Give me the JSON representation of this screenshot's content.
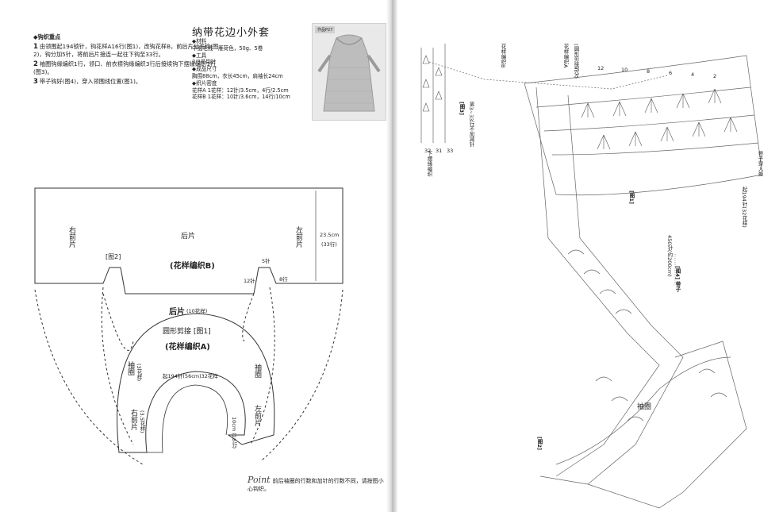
{
  "left": {
    "notes": {
      "heading": "钩织重点",
      "steps": [
        {
          "num": "1",
          "text": "由领围起194锁针，钩花样A16行(图1)，改钩花样B，前后片分开钩(图2)，钩分加5针，将前后片接连一起往下钩至33行。"
        },
        {
          "num": "2",
          "text": "袖圈钩缘编织1行，领口、前衣襟钩缘编织3行后接续钩下摆缘编织1行(图3)。"
        },
        {
          "num": "3",
          "text": "带子钩好(图4)，穿入领围线位置(图1)。"
        }
      ]
    },
    "title": "纳带花边小外套",
    "badge": "作品P27",
    "specs": {
      "material_label": "材料",
      "material": "中细毛线　雁荷色，50g、5卷",
      "tool_label": "工具",
      "tool": "3/0号钩针",
      "size_label": "成品尺寸",
      "size": "胸围88cm，衣长45cm，肩袖长24cm",
      "gauge_label": "织片密度",
      "gauge_a": "花样A 1花样：12针/3.5cm，4行/2.5cm",
      "gauge_b": "花样B 1花样：10针/3.6cm，14行/10cm"
    },
    "diagram": {
      "right_front": "右前片",
      "back": "后片",
      "left_front": "左前片",
      "pattern_b": "(花样编织B)",
      "fig2": "[图2]",
      "cm": "23.5cm",
      "rows33": "(33行)",
      "st5": "5针",
      "st12": "12针",
      "rows8": "8行",
      "yoke_back": "后片",
      "yoke_back_count": "(10花样)",
      "yoke_name": "圆形剪接 [图1]",
      "pattern_a": "(花样编织A)",
      "sleeve": "袖圈",
      "sleeve_count": "(3花样)",
      "front": "右前片",
      "front_count": "(3.5花样)",
      "neck": "起194针(56cm)32花样",
      "left_front_yoke": "左前片",
      "yoke_depth": "10cm (16行)"
    },
    "point": {
      "word": "Point",
      "text": "前后袖圈的行数和加针的行数不同，请按图小心钩织。"
    }
  },
  "right": {
    "label_b": "花样编织B",
    "label_a": "花样编织A",
    "label_a_note": "(圆形剪接部分)",
    "fig3": "[图3]",
    "fig3_note": "第3~33行不加减针",
    "hem_label": "下摆缘编织",
    "fig1": "[图1]",
    "fig4": "[图4] 带子",
    "fig4_note": "450针(约200cm)",
    "sleeve": "袖圈",
    "fig2": "[图2]",
    "neck_note": "起194针(32花样)",
    "thread_note": "带子穿入处",
    "row_numbers": [
      "12",
      "10",
      "8",
      "6",
      "4",
      "2"
    ],
    "bottom_labels": [
      "32",
      "31",
      "33"
    ]
  }
}
